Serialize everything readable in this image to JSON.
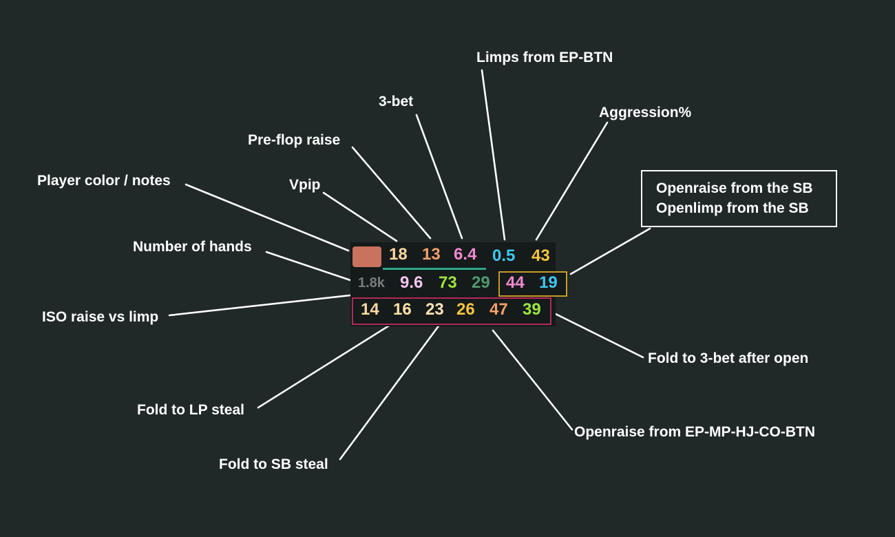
{
  "labels": {
    "player_color": "Player color / notes",
    "vpip": "Vpip",
    "pfr": "Pre-flop raise",
    "three_bet": "3-bet",
    "limps": "Limps from EP-BTN",
    "aggression": "Aggression%",
    "sb_open": [
      "Openraise from the SB",
      "Openlimp from the SB"
    ],
    "hands": "Number of hands",
    "iso": "ISO raise vs limp",
    "fold_3bet": "Fold to 3-bet after open",
    "fold_lp": "Fold to LP steal",
    "fold_sb": "Fold to SB steal",
    "openraise_ep": "Openraise from EP-MP-HJ-CO-BTN"
  },
  "hud": {
    "swatch_color": "#c8735e",
    "row1": [
      {
        "value": "18",
        "color": "#ffd8a0"
      },
      {
        "value": "13",
        "color": "#f3a06a"
      },
      {
        "value": "6.4",
        "color": "#f08ad0"
      },
      {
        "value": "0.5",
        "color": "#3fc8f0"
      },
      {
        "value": "43",
        "color": "#f6c441"
      }
    ],
    "row2": [
      {
        "value": "1.8k",
        "color": "#7a7d7d"
      },
      {
        "value": "9.6",
        "color": "#f4c6f0"
      },
      {
        "value": "73",
        "color": "#9ee63c"
      },
      {
        "value": "29",
        "color": "#4e9a6e"
      },
      {
        "value": "44",
        "color": "#f08ad0"
      },
      {
        "value": "19",
        "color": "#3fc8f0"
      }
    ],
    "row3": [
      {
        "value": "14",
        "color": "#ffd8a0"
      },
      {
        "value": "16",
        "color": "#fde2a6"
      },
      {
        "value": "23",
        "color": "#ffe3b8"
      },
      {
        "value": "26",
        "color": "#f6c441"
      },
      {
        "value": "47",
        "color": "#f3a06a"
      },
      {
        "value": "39",
        "color": "#9ee63c"
      }
    ],
    "accent_teal": "#2ea88a",
    "sb_box_color": "#c89a2a",
    "row3_box_color": "#b22a5a"
  }
}
